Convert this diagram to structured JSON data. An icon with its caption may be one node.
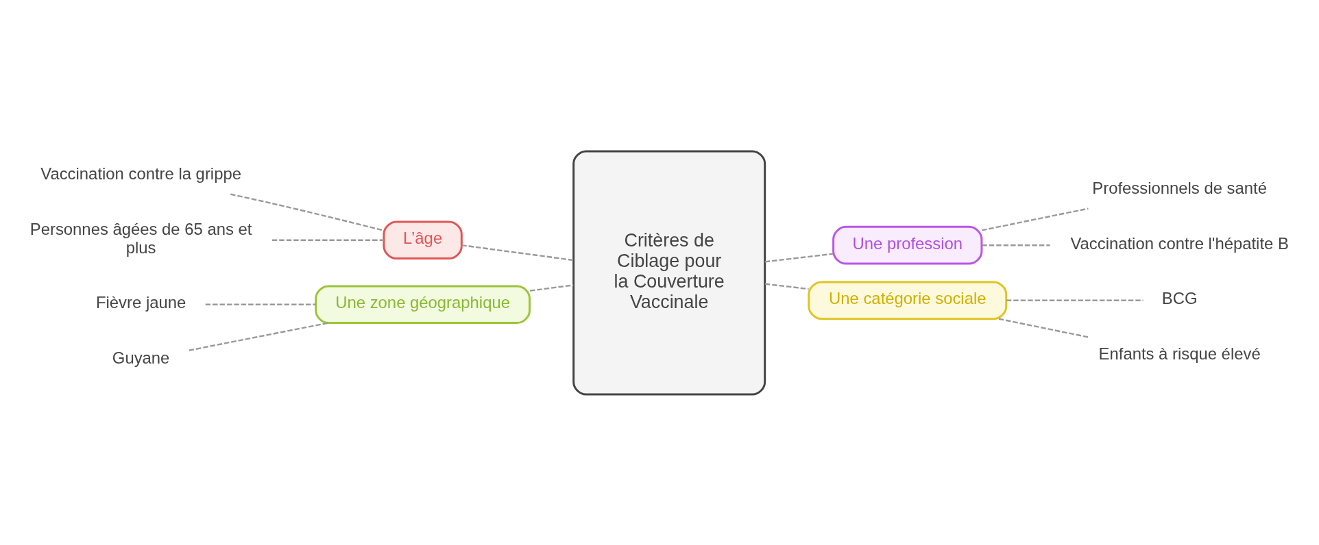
{
  "diagram": {
    "nodes": [
      {
        "text": [
          "Critères de Ciblage pour la Couverture Vaccinale"
        ]
      },
      {
        "text": [
          "L’âge"
        ]
      },
      {
        "text": [
          "Vaccination contre la grippe"
        ]
      },
      {
        "text": [
          "Personnes âgées de 65 ans et plus"
        ]
      },
      {
        "text": [
          "Une zone géographique"
        ]
      },
      {
        "text": [
          "Fièvre jaune"
        ]
      },
      {
        "text": [
          "Guyane"
        ]
      },
      {
        "text": [
          "Une profession"
        ]
      },
      {
        "text": [
          "Professionnels de santé"
        ]
      },
      {
        "text": [
          "Vaccination contre l'hépatite B"
        ]
      },
      {
        "text": [
          "Une catégorie sociale"
        ]
      },
      {
        "text": [
          "BCG"
        ]
      },
      {
        "text": [
          "Enfants à risque élevé"
        ]
      }
    ],
    "edges": [
      {
        "from": 0,
        "to": 1,
        "arrow": "none",
        "style": "dashed"
      },
      {
        "from": 1,
        "to": 2,
        "arrow": "none",
        "style": "dashed"
      },
      {
        "from": 1,
        "to": 3,
        "arrow": "none",
        "style": "dashed"
      },
      {
        "from": 0,
        "to": 4,
        "arrow": "none",
        "style": "dashed"
      },
      {
        "from": 4,
        "to": 5,
        "arrow": "none",
        "style": "dashed"
      },
      {
        "from": 4,
        "to": 6,
        "arrow": "none",
        "style": "dashed"
      },
      {
        "from": 0,
        "to": 7,
        "arrow": "none",
        "style": "dashed"
      },
      {
        "from": 7,
        "to": 8,
        "arrow": "none",
        "style": "dashed"
      },
      {
        "from": 7,
        "to": 9,
        "arrow": "none",
        "style": "dashed"
      },
      {
        "from": 0,
        "to": 10,
        "arrow": "none",
        "style": "dashed"
      },
      {
        "from": 10,
        "to": 11,
        "arrow": "none",
        "style": "dashed"
      },
      {
        "from": 10,
        "to": 12,
        "arrow": "none",
        "style": "dashed"
      }
    ]
  }
}
